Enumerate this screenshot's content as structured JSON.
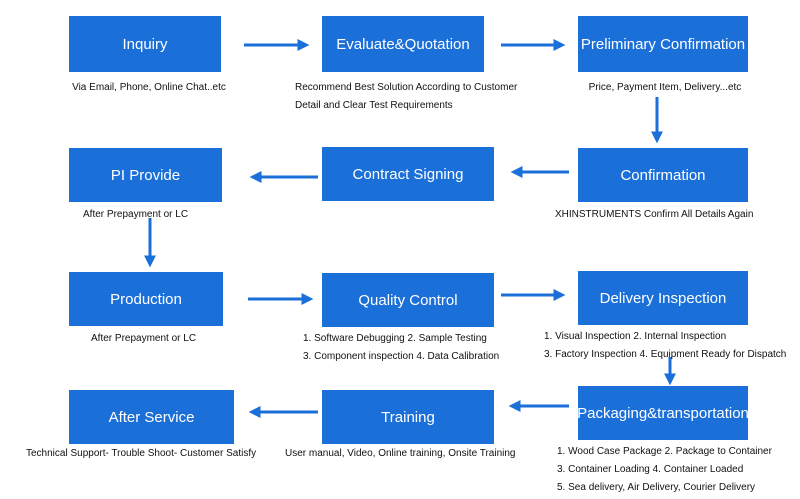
{
  "colors": {
    "box": "#1b6fd9",
    "arrow": "#1b6fd9"
  },
  "steps": {
    "inquiry": "Inquiry",
    "evaluate": "Evaluate&Quotation",
    "preliminary": "Preliminary Confirmation",
    "confirmation": "Confirmation",
    "contract": "Contract Signing",
    "pi": "PI Provide",
    "production": "Production",
    "quality": "Quality Control",
    "delivery_inspection": "Delivery Inspection",
    "packaging": "Packaging&transportation",
    "training": "Training",
    "after_service": "After Service"
  },
  "notes": {
    "inquiry": "Via Email, Phone, Online Chat..etc",
    "evaluate": [
      "Recommend Best Solution According to Customer",
      "Detail and Clear Test Requirements"
    ],
    "preliminary": "Price, Payment Item, Delivery...etc",
    "confirmation": "XHINSTRUMENTS Confirm All Details Again",
    "pi": "After Prepayment or LC",
    "production": "After Prepayment or LC",
    "quality": [
      "1. Software Debugging 2. Sample Testing",
      "3. Component inspection 4. Data Calibration"
    ],
    "delivery_inspection": [
      "1. Visual Inspection 2. Internal Inspection",
      "3. Factory Inspection 4. Equipment Ready for Dispatch"
    ],
    "packaging": [
      "1. Wood Case Package 2. Package to Container",
      "3. Container Loading 4. Container Loaded",
      "5. Sea delivery, Air Delivery, Courier Delivery"
    ],
    "training": "User manual, Video, Online training, Onsite Training",
    "after_service": "Technical Support- Trouble Shoot- Customer Satisfy"
  }
}
